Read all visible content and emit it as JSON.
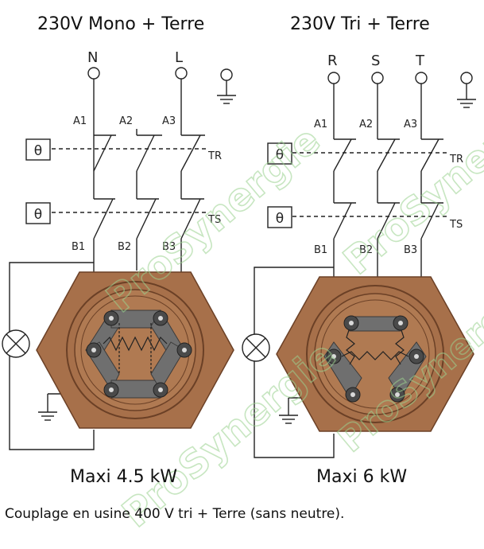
{
  "colors": {
    "heater": "#a7704a",
    "heater_dark": "#6b4026",
    "plate": "#6f6f6f",
    "bolt": "#4a4a4a",
    "wire": "#222222",
    "watermark": "#9bd28f"
  },
  "left": {
    "title": "230V Mono + Terre",
    "power_label": "Maxi 4.5 kW",
    "terminals": [
      "N",
      "L"
    ],
    "contacts_top": [
      "A1",
      "A2",
      "A3"
    ],
    "contacts_bottom": [
      "B1",
      "B2",
      "B3"
    ],
    "thermostat_labels": [
      "TR",
      "TS"
    ]
  },
  "right": {
    "title": "230V Tri + Terre",
    "power_label": "Maxi 6 kW",
    "terminals": [
      "R",
      "S",
      "T"
    ],
    "contacts_top": [
      "A1",
      "A2",
      "A3"
    ],
    "contacts_bottom": [
      "B1",
      "B2",
      "B3"
    ],
    "thermostat_labels": [
      "TR",
      "TS"
    ]
  },
  "icons": {
    "thermostat": "theta-box-icon",
    "lamp": "lamp-cross-icon",
    "ground": "ground-icon"
  },
  "watermark": "ProSynergie",
  "footnote": "Couplage en usine 400 V tri + Terre (sans neutre)."
}
